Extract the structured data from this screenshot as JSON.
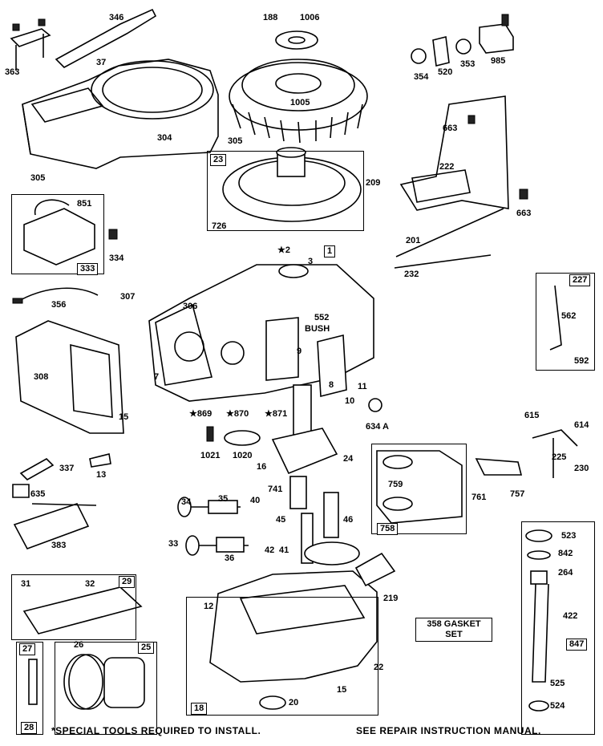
{
  "diagram": {
    "labels": {
      "l346": "346",
      "l363": "363",
      "l37": "37",
      "l188": "188",
      "l1006": "1006",
      "l1005": "1005",
      "l354": "354",
      "l520": "520",
      "l353": "353",
      "l985": "985",
      "l663a": "663",
      "l663b": "663",
      "l304": "304",
      "l305a": "305",
      "l305b": "305",
      "l23": "23",
      "l209": "209",
      "l726": "726",
      "l222": "222",
      "l851": "851",
      "l334": "334",
      "l333": "333",
      "l201": "201",
      "l232": "232",
      "l2": "★2",
      "l1": "1",
      "l3": "3",
      "l356": "356",
      "l307": "307",
      "l306": "306",
      "l552": "552",
      "lbush": "BUSH",
      "l227": "227",
      "l562": "562",
      "l592": "592",
      "l308": "308",
      "l7": "7",
      "l9": "9",
      "l8": "8",
      "l11": "11",
      "l10": "10",
      "l15": "15",
      "l869": "★869",
      "l870": "★870",
      "l871": "★871",
      "l634a": "634 A",
      "l1021": "1021",
      "l1020": "1020",
      "l337": "337",
      "l13": "13",
      "l16": "16",
      "l24": "24",
      "l615": "615",
      "l614": "614",
      "l225": "225",
      "l230": "230",
      "l635": "635",
      "l741": "741",
      "l759": "759",
      "l761": "761",
      "l757": "757",
      "l34": "34",
      "l35": "35",
      "l40": "40",
      "l45": "45",
      "l46": "46",
      "l758": "758",
      "l383": "383",
      "l33": "33",
      "l42": "42",
      "l41": "41",
      "l36": "36",
      "l523": "523",
      "l842": "842",
      "l264": "264",
      "l31": "31",
      "l32": "32",
      "l29": "29",
      "l219": "219",
      "l12": "12",
      "l422": "422",
      "l847": "847",
      "l27": "27",
      "l26": "26",
      "l25": "25",
      "l22": "22",
      "l15b": "15",
      "l20": "20",
      "l18": "18",
      "l28": "28",
      "l525": "525",
      "l524": "524"
    },
    "gasket_set": [
      "358 GASKET",
      "SET"
    ],
    "footer_left": "*SPECIAL TOOLS REQUIRED TO INSTALL.",
    "footer_right": "SEE REPAIR INSTRUCTION MANUAL."
  }
}
